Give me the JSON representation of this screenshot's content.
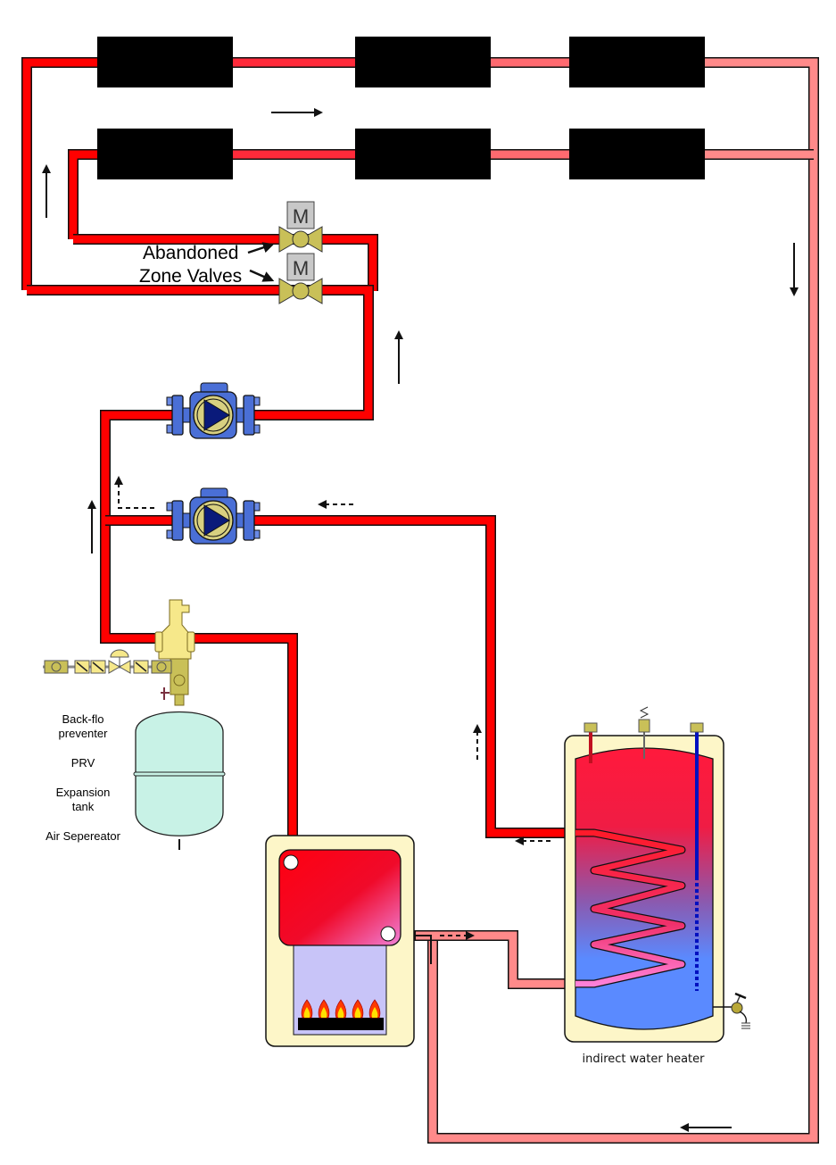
{
  "diagram": {
    "title": "Hydronic heating system with indirect water heater",
    "colors": {
      "hot_pipe": "#ff0000",
      "mid_pipe": "#ff2a3a",
      "warm_pipe": "#ff6a70",
      "cool_pipe": "#ff8a8a",
      "pump_blue": "#4a6fd6",
      "pump_dark": "#0a1a7a",
      "brass": "#c9c058",
      "boiler_cabinet": "#fdf6c8",
      "expansion_tank": "#c8f2e6",
      "heater_hot": "#ff1a3c",
      "heater_cold": "#5a8aff",
      "radiator": "#000000"
    },
    "annotations": {
      "zone_valves_line1": "Abandoned",
      "zone_valves_line2": "Zone Valves",
      "zone_valve_motor": "M",
      "components_list": [
        "Back-flo",
        "preventer",
        "PRV",
        "Expansion",
        "tank",
        "Air Sepereator"
      ],
      "indirect_heater": "indirect water heater"
    },
    "components": {
      "radiators_count": 6,
      "pumps_count": 2,
      "zone_valves_count": 2,
      "burner_flames": 5
    }
  }
}
